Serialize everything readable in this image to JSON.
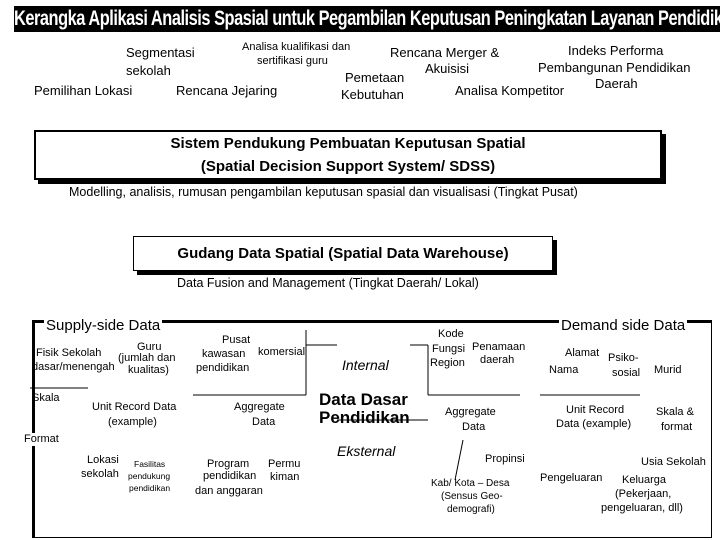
{
  "title": "Kerangka Aplikasi Analisis Spasial untuk Pegambilan Keputusan Peningkatan Layanan Pendidikan",
  "applications": {
    "segmentasi_1": "Segmentasi",
    "segmentasi_2": "sekolah",
    "pemilihan_lokasi": "Pemilihan Lokasi",
    "analisa_kualifikasi_1": "Analisa kualifikasi dan",
    "analisa_kualifikasi_2": "sertifikasi guru",
    "rencana_jejaring": "Rencana Jejaring",
    "rencana_merger_1": "Rencana Merger &",
    "rencana_merger_2": "Akuisisi",
    "pemetaan_1": "Pemetaan",
    "pemetaan_2": "Kebutuhan",
    "indeks_1": "Indeks Performa",
    "indeks_2": "Pembangunan Pendidikan",
    "indeks_3": "Daerah",
    "analisa_kompetitor": "Analisa Kompetitor"
  },
  "sdss": {
    "line1": "Sistem Pendukung Pembuatan Keputusan  Spatial",
    "line2": "(Spatial Decision Support System/ SDSS)",
    "description": "Modelling, analisis, rumusan pengambilan keputusan spasial dan visualisasi (Tingkat Pusat)"
  },
  "warehouse": {
    "title": "Gudang Data Spatial (Spatial Data Warehouse)",
    "description": "Data Fusion and Management (Tingkat Daerah/ Lokal)"
  },
  "supply": {
    "header": "Supply-side Data",
    "fisik_1": "Fisik Sekolah",
    "fisik_2": "dasar/menengah",
    "guru_1": "Guru",
    "guru_2": "(jumlah dan",
    "guru_3": "kualitas)",
    "pusat_1": "Pusat",
    "pusat_2": "kawasan",
    "pusat_3": "pendidikan",
    "komersial": "komersial",
    "skala": "Skala",
    "format": "Format",
    "unit_record_1": "Unit Record Data",
    "unit_record_2": "(example)",
    "aggregate_1": "Aggregate",
    "aggregate_2": "Data",
    "lokasi_1": "Lokasi",
    "lokasi_2": "sekolah",
    "fasilitas_1": "Fasilitas",
    "fasilitas_2": "pendukung",
    "fasilitas_3": "pendidikan",
    "program_1": "Program",
    "program_2": "Permu",
    "program_3": "pendidikan",
    "program_4": "kiman",
    "program_5": "dan anggaran"
  },
  "center": {
    "internal": "Internal",
    "data_dasar_1": "Data Dasar",
    "data_dasar_2": "Pendidikan",
    "eksternal": "Eksternal"
  },
  "demand": {
    "header": "Demand side Data",
    "kode_1": "Kode",
    "kode_2": "Fungsi",
    "kode_3": "Region",
    "penamaan_1": "Penamaan",
    "penamaan_2": "daerah",
    "alamat": "Alamat",
    "nama": "Nama",
    "psiko_1": "Psiko-",
    "psiko_2": "sosial",
    "murid": "Murid",
    "aggregate_1": "Aggregate",
    "aggregate_2": "Data",
    "unit_record_1": "Unit Record",
    "unit_record_2": "Data (example)",
    "skala_1": "Skala &",
    "skala_2": "format",
    "propinsi": "Propinsi",
    "kab_1": "Kab/ Kota – Desa",
    "kab_2": "(Sensus Geo-",
    "kab_3": "demografi)",
    "pengeluaran": "Pengeluaran",
    "usia": "Usia Sekolah",
    "keluarga_1": "Keluarga",
    "keluarga_2": "(Pekerjaan,",
    "keluarga_3": "pengeluaran, dll)"
  }
}
